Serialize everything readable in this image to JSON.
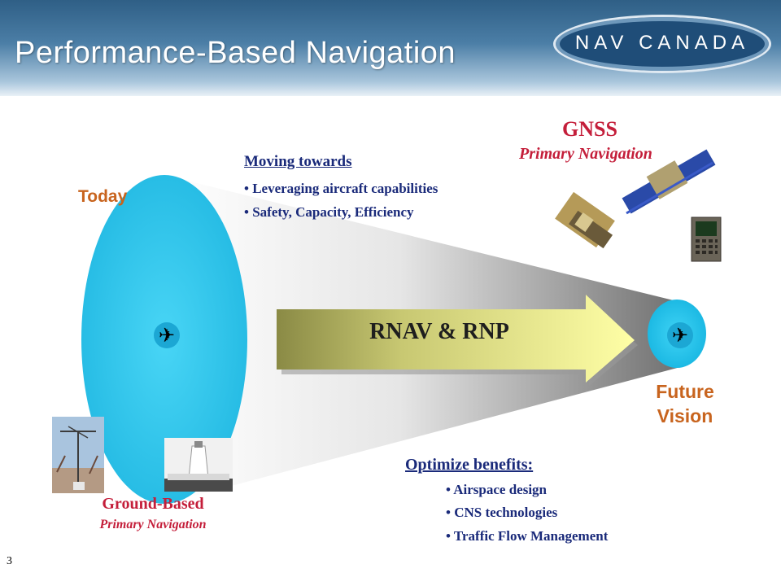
{
  "slide": {
    "title": "Performance-Based Navigation",
    "logo_text": "NAV CANADA",
    "page_number": "3"
  },
  "today_label": "Today",
  "future_label": [
    "Future",
    "Vision"
  ],
  "gnss": {
    "title": "GNSS",
    "subtitle": "Primary Navigation"
  },
  "moving_towards": {
    "title": "Moving towards",
    "items": [
      "Leveraging aircraft capabilities",
      "Safety, Capacity, Efficiency"
    ]
  },
  "arrow_label": "RNAV & RNP",
  "optimize": {
    "title": "Optimize benefits:",
    "items": [
      "Airspace design",
      "CNS technologies",
      "Traffic Flow Management"
    ]
  },
  "ground_based": {
    "title": "Ground-Based",
    "subtitle": "Primary Navigation"
  },
  "icons": {
    "aircraft": "airplane-icon",
    "satellites": "satellite-icon",
    "cockpit_display": "fms-display-icon",
    "antenna": "vor-antenna-icon",
    "ground_station": "ground-station-icon"
  },
  "colors": {
    "today_orange": "#c8641e",
    "red_text": "#c41e3a",
    "navy_text": "#1a2a7a",
    "ellipse_cyan": "#26c6ec",
    "arrow_yellow": "#ffffa0"
  }
}
